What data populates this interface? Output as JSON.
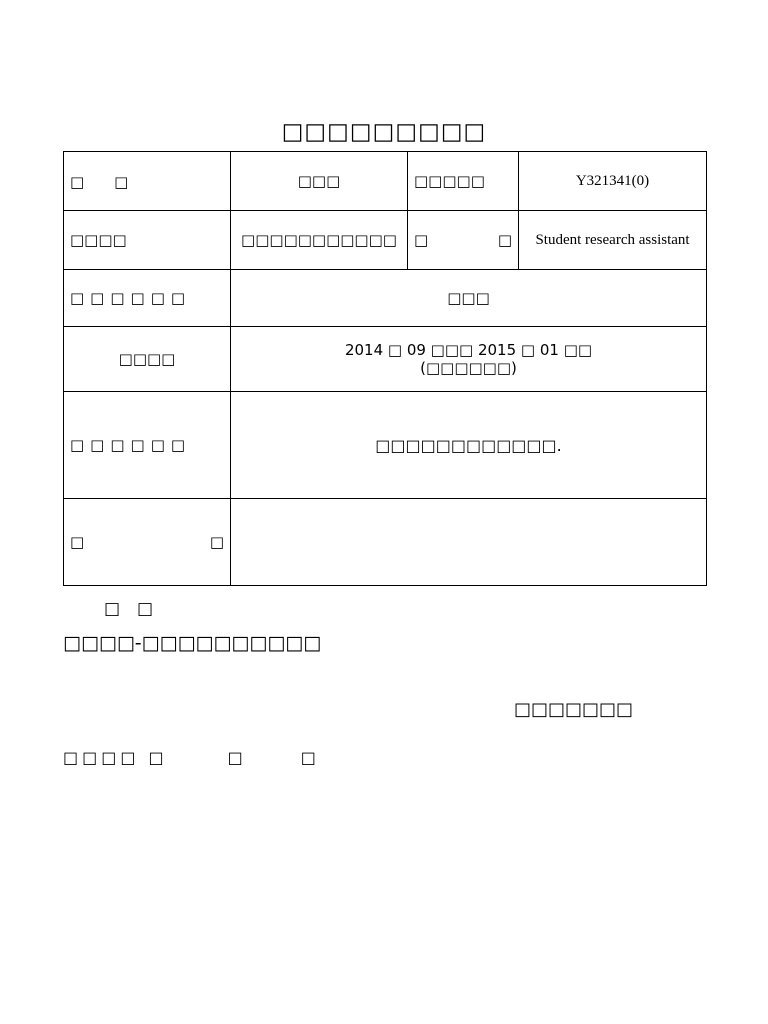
{
  "title": "□□□□□□□□□",
  "rows": [
    {
      "c1": "□　　□",
      "c2": "□□□",
      "c3": "□□□□□",
      "c4": "Y321341(0)"
    },
    {
      "c1": "□□□□",
      "c2": "□□□□□□□□□□□",
      "c3_left": "□",
      "c3_right": "□",
      "c4": "Student research assistant"
    },
    {
      "c1": "□□□□□□",
      "c2": "□□□"
    },
    {
      "c1": "□□□□",
      "c2_line1": "2014 □ 09 □□□ 2015 □ 01 □□",
      "c2_line2": "(□□□□□□)"
    },
    {
      "c1": "□□□□□□",
      "c2": "□□□□□□□□□□□□."
    },
    {
      "c1_left": "□",
      "c1_right": "□",
      "c2": ""
    }
  ],
  "after_table": "□　□",
  "company": "□□□□-□□□□□□□□□□",
  "seal": "□□□□□□□",
  "sign": {
    "label": "□□□□ □",
    "mid": "□",
    "end": "□"
  }
}
